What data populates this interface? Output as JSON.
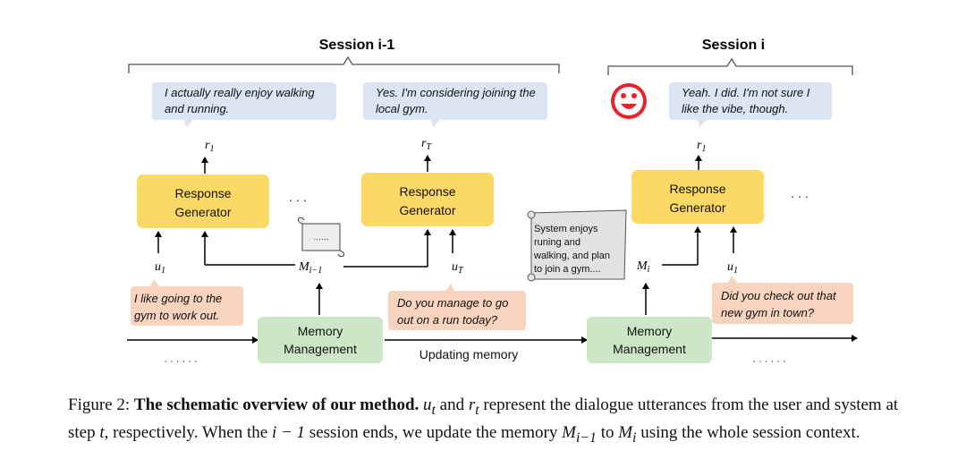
{
  "sessions": {
    "left_title": "Session i-1",
    "right_title": "Session i"
  },
  "bubbles": {
    "sys1": [
      "I actually really enjoy walking",
      "and running."
    ],
    "sys2": [
      "Yes. I'm considering joining the",
      "local gym."
    ],
    "sys3": [
      "Yeah. I did. I'm not sure I",
      "like the vibe, though."
    ],
    "user1": [
      "I like going to the",
      "gym to work out."
    ],
    "user2": [
      "Do you manage to go",
      "out on a run today?"
    ],
    "user3": [
      "Did you check out that",
      "new gym in town?"
    ]
  },
  "boxes": {
    "generator": [
      "Response",
      "Generator"
    ],
    "memory": [
      "Memory",
      "Management"
    ]
  },
  "labels": {
    "r1": "r",
    "r1_sub": "1",
    "rT": "r",
    "rT_sub": "T",
    "u1": "u",
    "u1_sub": "1",
    "uT": "u",
    "uT_sub": "T",
    "M_prev": "M",
    "M_prev_sub": "i−1",
    "M_cur": "M",
    "M_cur_sub": "i",
    "ellipsis_mid": "· · ·",
    "ellipsis_right": "· · ·",
    "dots_left": "· · · · · ·",
    "dots_right": "· · · · · ·",
    "scroll_dots": "......",
    "updating": "Updating memory"
  },
  "scroll_text": [
    "System enjoys",
    "runing and",
    "walking, and plan",
    "to join a gym...."
  ],
  "caption": {
    "label": "Figure 2:",
    "title": "The schematic overview of our method.",
    "part1": "and",
    "part2": "represent the dialogue utterances from the user and system at step",
    "part3": ", respectively. When the",
    "part4": "session ends, we update the memory",
    "part5": "to",
    "part6": "using the whole session context.",
    "ut": "u",
    "ut_sub": "t",
    "rt": "r",
    "rt_sub": "t",
    "t": "t",
    "i_minus_1": "i − 1",
    "Mi1": "M",
    "Mi1_sub": "i−1",
    "Mi": "M",
    "Mi_sub": "i"
  },
  "colors": {
    "blue_bubble": "#dbe5f3",
    "orange_bubble": "#f8d3bd",
    "yellow_box": "#fcd864",
    "green_box": "#cde6c5",
    "emoji": "#e8232a",
    "scroll": "#e2e2e2"
  }
}
